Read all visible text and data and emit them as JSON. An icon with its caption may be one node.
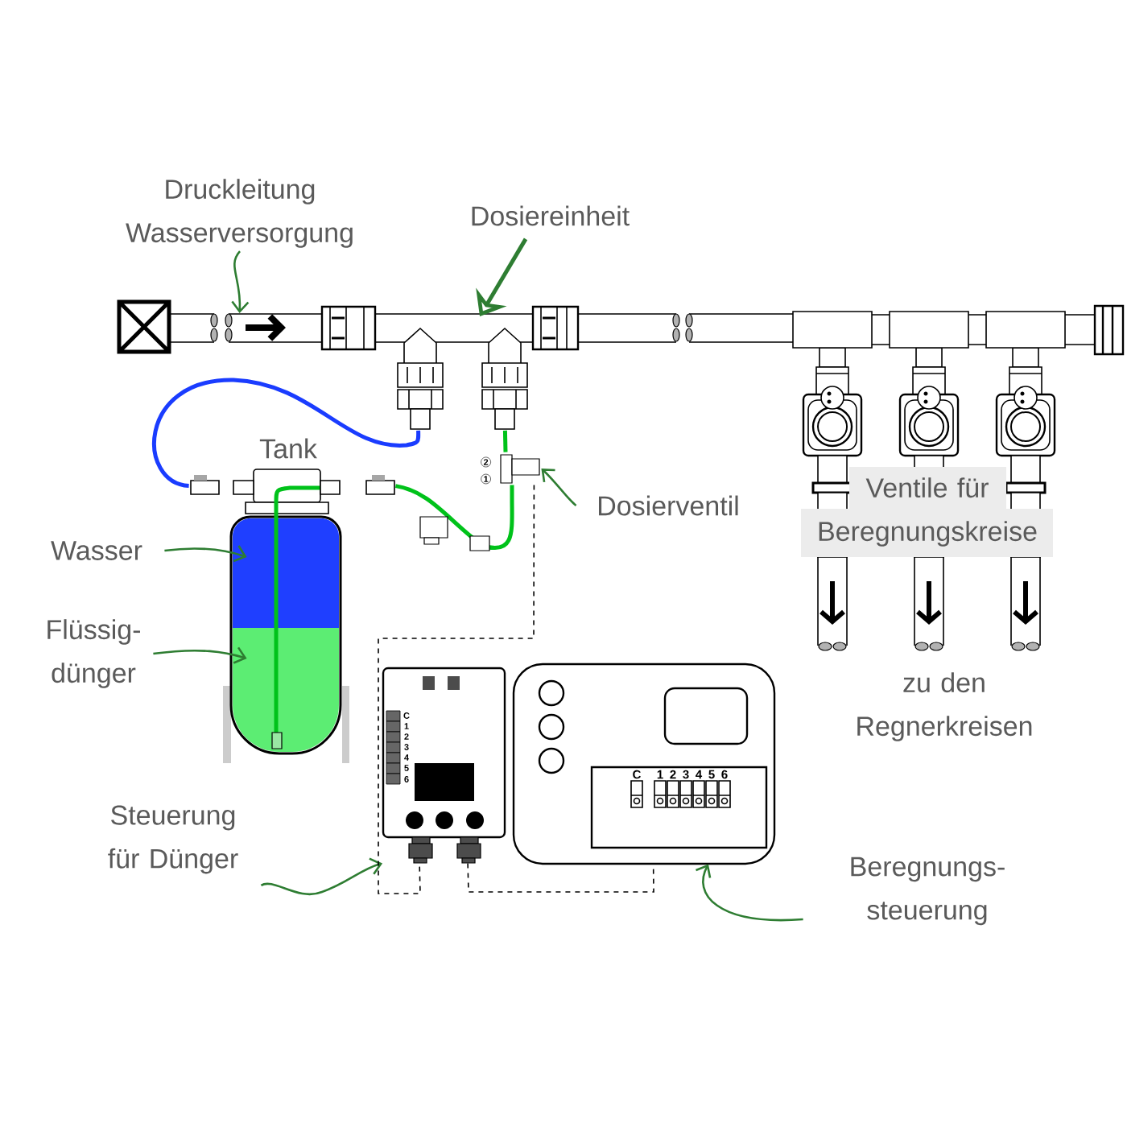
{
  "diagram": {
    "nodes": [
      {
        "text": [
          "Druckleitung Wasserversorgung"
        ]
      },
      {
        "text": [],
        "shape": "picture"
      },
      {
        "text": [
          "Dosiereinheit"
        ]
      },
      {
        "text": [],
        "shape": "picture"
      },
      {
        "text": [
          "Tank"
        ]
      },
      {
        "text": [
          "Dosierventil"
        ]
      },
      {
        "text": [],
        "shape": "picture",
        "beside": [
          "2",
          "1"
        ]
      },
      {
        "text": [
          "Wasser"
        ]
      },
      {
        "text": [],
        "shape": "picture",
        "in": 4
      },
      {
        "text": [
          "Flüssig- dünger"
        ]
      },
      {
        "text": [],
        "shape": "picture",
        "in": 4
      },
      {
        "text": [
          "Ventile für Beregnungskreise"
        ]
      },
      {
        "text": [
          "Steuerung für Dünger"
        ]
      },
      {
        "text": [],
        "shape": "picture"
      },
      {
        "text": [
          "Beregnungs- steuerung"
        ]
      },
      {
        "text": [],
        "shape": "picture"
      }
    ],
    "edges": [
      {
        "from": 0,
        "to": 1,
        "arrow": "to"
      },
      {
        "from": 2,
        "to": 3,
        "arrow": "to",
        "style": "thick"
      },
      {
        "from": 5,
        "to": 6,
        "arrow": "to"
      },
      {
        "from": 7,
        "to": 8,
        "arrow": "to"
      },
      {
        "from": 9,
        "to": 10,
        "arrow": "to"
      },
      {
        "from": 12,
        "to": 13,
        "arrow": "to"
      },
      {
        "from": 14,
        "to": 15,
        "arrow": "to"
      },
      {
        "from": 4,
        "to": 3,
        "arrow": "none",
        "style": "thick",
        "color": "#1a3cff"
      },
      {
        "from": 4,
        "to": 6,
        "arrow": "none",
        "style": "thick",
        "color": "#00c21a"
      },
      {
        "from": 6,
        "to": 3,
        "arrow": "none",
        "style": "thick",
        "color": "#00c21a"
      },
      {
        "from": 6,
        "to": 13,
        "arrow": "none",
        "style": "dashed",
        "color": "#000000"
      },
      {
        "from": 13,
        "to": 15,
        "arrow": "none",
        "style": "dashed",
        "color": "#000000"
      }
    ],
    "labels": [
      "zu den Regnerkreisen",
      "C",
      "1",
      "2",
      "3",
      "4",
      "5",
      "6",
      "C",
      "1",
      "2",
      "3",
      "4",
      "5",
      "6"
    ]
  }
}
